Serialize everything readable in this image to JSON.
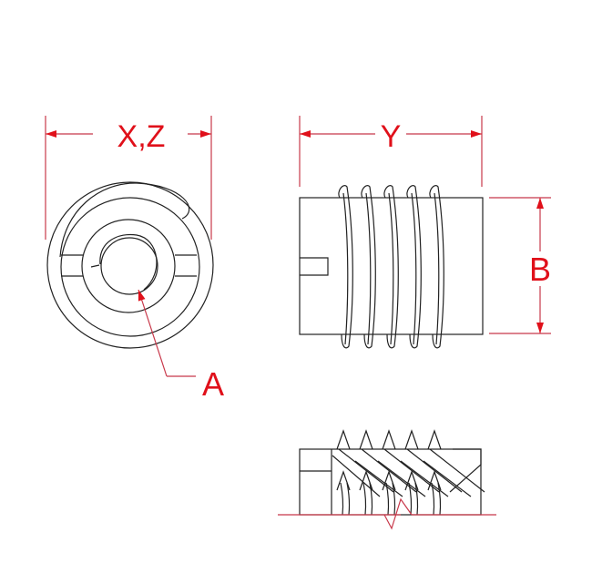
{
  "labels": {
    "xz": "X,Z",
    "y": "Y",
    "b": "B",
    "a": "A"
  },
  "colors": {
    "dimension": "#e0101a",
    "outline": "#222222"
  }
}
